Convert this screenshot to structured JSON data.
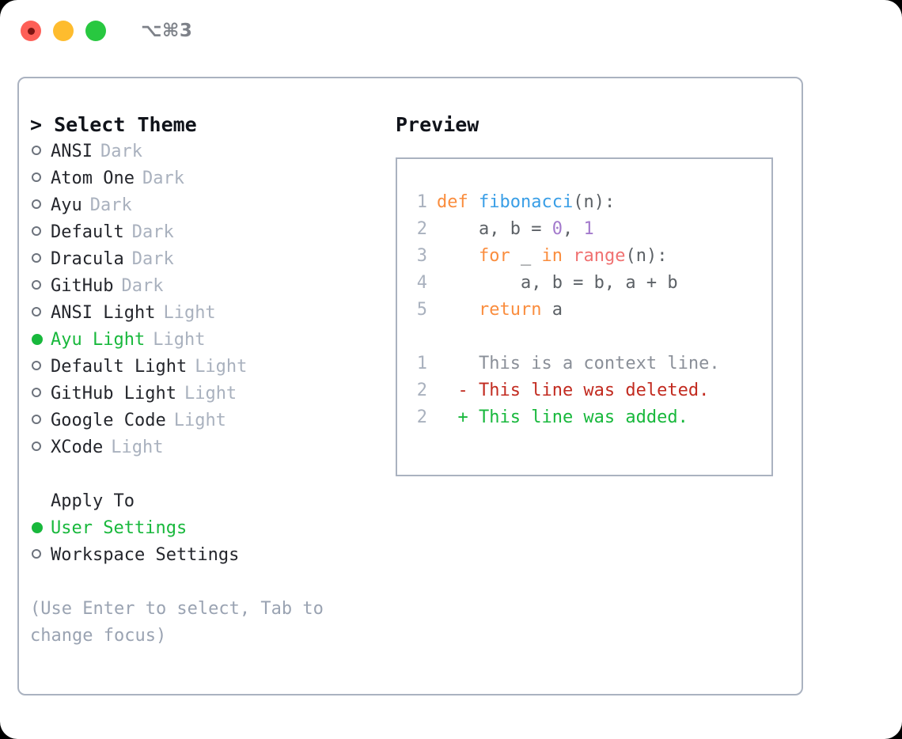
{
  "titlebar": {
    "shortcut": "⌥⌘3",
    "buttons": [
      "close",
      "minimize",
      "maximize"
    ]
  },
  "colors": {
    "accent_green": "#18b83c",
    "tag_gray": "#a9b1be",
    "border": "#aab2c0",
    "keyword_orange": "#fa8d3e",
    "function_blue": "#399ee6",
    "number_purple": "#a37acc",
    "call_red": "#f07171",
    "diff_delete": "#c22b20",
    "diff_add": "#18b83c"
  },
  "left": {
    "heading": "> Select Theme",
    "themes": [
      {
        "marker": "open",
        "name": "ANSI",
        "tag": "Dark",
        "selected": false
      },
      {
        "marker": "open",
        "name": "Atom One",
        "tag": "Dark",
        "selected": false
      },
      {
        "marker": "open",
        "name": "Ayu",
        "tag": "Dark",
        "selected": false
      },
      {
        "marker": "open",
        "name": "Default",
        "tag": "Dark",
        "selected": false
      },
      {
        "marker": "open",
        "name": "Dracula",
        "tag": "Dark",
        "selected": false
      },
      {
        "marker": "open",
        "name": "GitHub",
        "tag": "Dark",
        "selected": false
      },
      {
        "marker": "open",
        "name": "ANSI Light",
        "tag": "Light",
        "selected": false
      },
      {
        "marker": "filled",
        "name": "Ayu Light",
        "tag": "Light",
        "selected": true
      },
      {
        "marker": "open",
        "name": "Default Light",
        "tag": "Light",
        "selected": false
      },
      {
        "marker": "open",
        "name": "GitHub Light",
        "tag": "Light",
        "selected": false
      },
      {
        "marker": "open",
        "name": "Google Code",
        "tag": "Light",
        "selected": false
      },
      {
        "marker": "open",
        "name": "XCode",
        "tag": "Light",
        "selected": false
      }
    ],
    "apply_to_label": "Apply To",
    "apply_to": [
      {
        "marker": "filled",
        "name": "User Settings",
        "tag": "",
        "selected": true
      },
      {
        "marker": "open",
        "name": "Workspace Settings",
        "tag": "",
        "selected": false
      }
    ],
    "hint": "(Use Enter to select, Tab to change focus)"
  },
  "right": {
    "preview_title": "Preview",
    "code": [
      {
        "lineno": "1",
        "tokens": [
          {
            "t": "def ",
            "c": "kw"
          },
          {
            "t": "fibonacci",
            "c": "fn"
          },
          {
            "t": "(n):",
            "c": "pln"
          }
        ]
      },
      {
        "lineno": "2",
        "tokens": [
          {
            "t": "    a, b = ",
            "c": "pln"
          },
          {
            "t": "0",
            "c": "num"
          },
          {
            "t": ", ",
            "c": "pln"
          },
          {
            "t": "1",
            "c": "num"
          }
        ]
      },
      {
        "lineno": "3",
        "tokens": [
          {
            "t": "    ",
            "c": "pln"
          },
          {
            "t": "for",
            "c": "kw"
          },
          {
            "t": " _ ",
            "c": "pln"
          },
          {
            "t": "in",
            "c": "kw"
          },
          {
            "t": " ",
            "c": "pln"
          },
          {
            "t": "range",
            "c": "call"
          },
          {
            "t": "(n):",
            "c": "pln"
          }
        ]
      },
      {
        "lineno": "4",
        "tokens": [
          {
            "t": "        a, b = b, a + b",
            "c": "pln"
          }
        ]
      },
      {
        "lineno": "5",
        "tokens": [
          {
            "t": "    ",
            "c": "pln"
          },
          {
            "t": "return",
            "c": "kw"
          },
          {
            "t": " a",
            "c": "pln"
          }
        ]
      }
    ],
    "diff": [
      {
        "lineno": "1",
        "sign": " ",
        "text": "This is a context line.",
        "kind": "ctx"
      },
      {
        "lineno": "2",
        "sign": "-",
        "text": "This line was deleted.",
        "kind": "del"
      },
      {
        "lineno": "2",
        "sign": "+",
        "text": "This line was added.",
        "kind": "add"
      }
    ]
  }
}
